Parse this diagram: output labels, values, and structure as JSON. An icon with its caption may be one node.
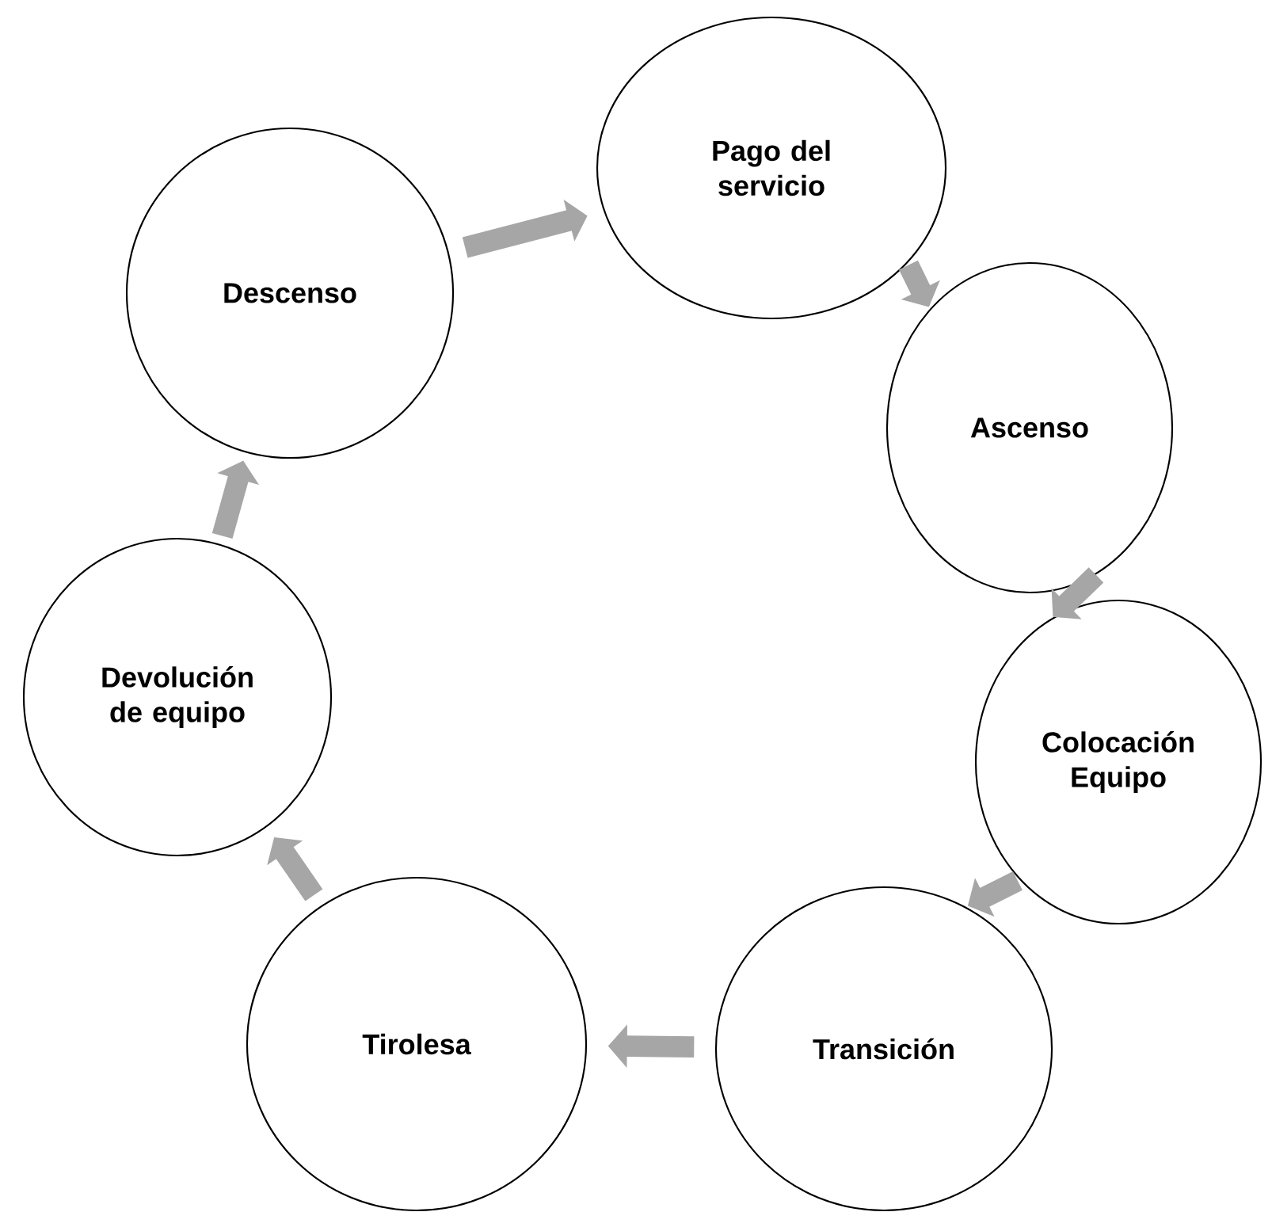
{
  "diagram": {
    "nodes": [
      {
        "text": [
          "Pago del servicio"
        ]
      },
      {
        "text": [
          "Ascenso"
        ]
      },
      {
        "text": [
          "Colocación Equipo"
        ]
      },
      {
        "text": [
          "Transición"
        ]
      },
      {
        "text": [
          "Tirolesa"
        ]
      },
      {
        "text": [
          "Devolución de equipo"
        ]
      },
      {
        "text": [
          "Descenso"
        ]
      }
    ],
    "edges": [
      {
        "from": 0,
        "to": 1,
        "arrow": "to"
      },
      {
        "from": 1,
        "to": 2,
        "arrow": "to"
      },
      {
        "from": 2,
        "to": 3,
        "arrow": "to"
      },
      {
        "from": 3,
        "to": 4,
        "arrow": "to"
      },
      {
        "from": 4,
        "to": 5,
        "arrow": "to"
      },
      {
        "from": 5,
        "to": 6,
        "arrow": "to"
      },
      {
        "from": 6,
        "to": 0,
        "arrow": "to"
      }
    ]
  }
}
